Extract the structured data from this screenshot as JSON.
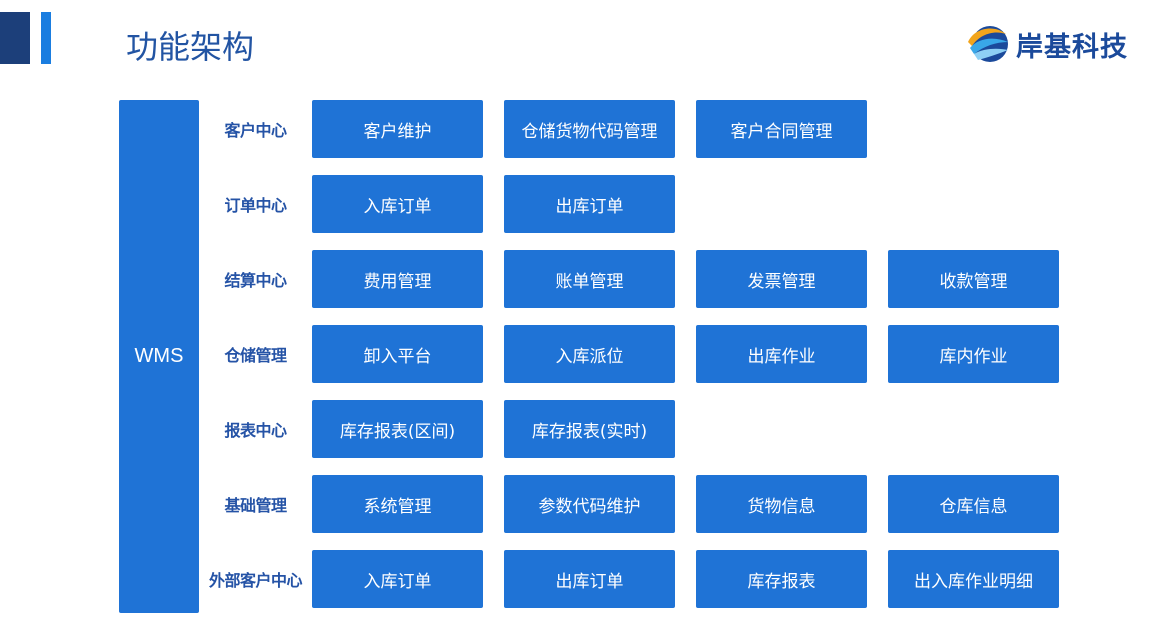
{
  "header": {
    "title": "功能架构",
    "logo_text": "岸基科技",
    "accent_colors": {
      "dark": "#1c3f7a",
      "blue": "#1a7de0"
    }
  },
  "diagram": {
    "root": "WMS",
    "box_color": "#1f73d6",
    "label_color": "#2553a6",
    "rows": [
      {
        "label": "客户中心",
        "items": [
          "客户维护",
          "仓储货物代码管理",
          "客户合同管理"
        ]
      },
      {
        "label": "订单中心",
        "items": [
          "入库订单",
          "出库订单"
        ]
      },
      {
        "label": "结算中心",
        "items": [
          "费用管理",
          "账单管理",
          "发票管理",
          "收款管理"
        ]
      },
      {
        "label": "仓储管理",
        "items": [
          "卸入平台",
          "入库派位",
          "出库作业",
          "库内作业"
        ]
      },
      {
        "label": "报表中心",
        "items": [
          "库存报表(区间)",
          "库存报表(实时)"
        ]
      },
      {
        "label": "基础管理",
        "items": [
          "系统管理",
          "参数代码维护",
          "货物信息",
          "仓库信息"
        ]
      },
      {
        "label": "外部客户中心",
        "items": [
          "入库订单",
          "出库订单",
          "库存报表",
          "出入库作业明细"
        ]
      }
    ]
  }
}
